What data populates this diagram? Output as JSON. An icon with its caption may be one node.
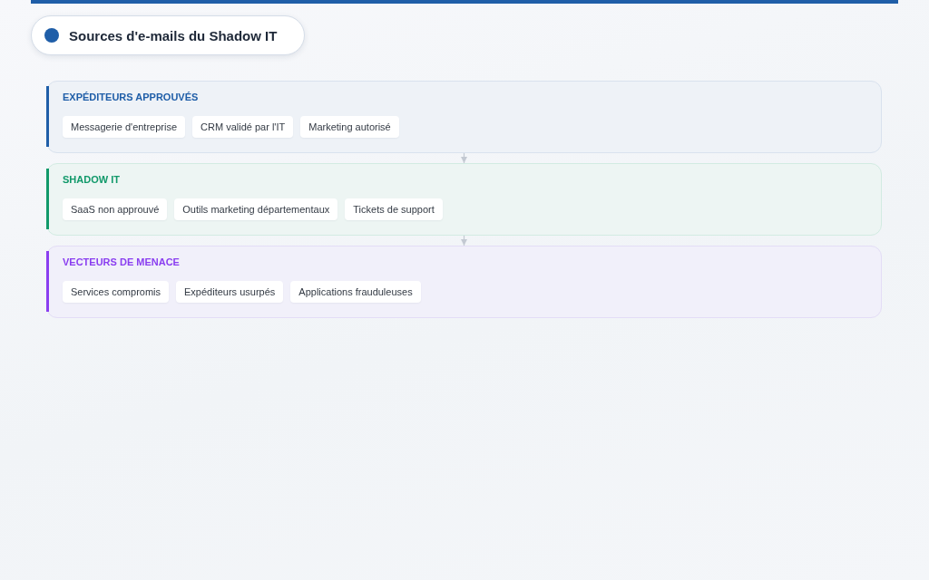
{
  "diagram": {
    "title": "Sources d'e-mails du Shadow IT",
    "nodes": [
      {
        "text": [
          "EXPÉDITEURS APPROUVÉS"
        ]
      },
      {
        "text": [
          "Messagerie d'entreprise"
        ],
        "in": 0
      },
      {
        "text": [
          "CRM validé par l'IT"
        ],
        "in": 0
      },
      {
        "text": [
          "Marketing autorisé"
        ],
        "in": 0
      },
      {
        "text": [
          "SHADOW IT"
        ]
      },
      {
        "text": [
          "SaaS non approuvé"
        ],
        "in": 4
      },
      {
        "text": [
          "Outils marketing départementaux"
        ],
        "in": 4
      },
      {
        "text": [
          "Tickets de support"
        ],
        "in": 4
      },
      {
        "text": [
          "VECTEURS DE MENACE"
        ]
      },
      {
        "text": [
          "Services compromis"
        ],
        "in": 8
      },
      {
        "text": [
          "Expéditeurs usurpés"
        ],
        "in": 8
      },
      {
        "text": [
          "Applications frauduleuses"
        ],
        "in": 8
      }
    ],
    "edges": [
      {
        "from": 0,
        "to": 4,
        "arrow": "to"
      },
      {
        "from": 4,
        "to": 8,
        "arrow": "to"
      }
    ]
  }
}
